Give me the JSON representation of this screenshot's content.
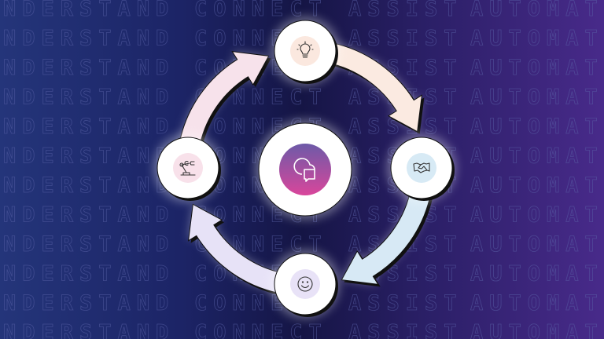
{
  "background_words": [
    "NDERSTAND",
    "CONNECT",
    "ASSIST",
    "AUTOMAT"
  ],
  "colors": {
    "arrow_top_to_right": "#fbeae1",
    "arrow_right_to_bottom": "#d7e9f5",
    "arrow_bottom_to_left": "#e7e2f7",
    "arrow_left_to_top": "#f7e2eb",
    "icon_bg_lightbulb": "#fbe8df",
    "icon_bg_handshake": "#d7eaf5",
    "icon_bg_smiley": "#e8e2f7",
    "icon_bg_robot_arm": "#f8e1ea",
    "center_gradient_top": "#6d5aa8",
    "center_gradient_bottom": "#d9469b"
  },
  "nodes": [
    {
      "position": "top",
      "icon": "lightbulb-icon"
    },
    {
      "position": "right",
      "icon": "handshake-icon"
    },
    {
      "position": "bottom",
      "icon": "smiley-icon"
    },
    {
      "position": "left",
      "icon": "robot-arm-icon"
    },
    {
      "position": "center",
      "icon": "chat-bubbles-icon"
    }
  ]
}
